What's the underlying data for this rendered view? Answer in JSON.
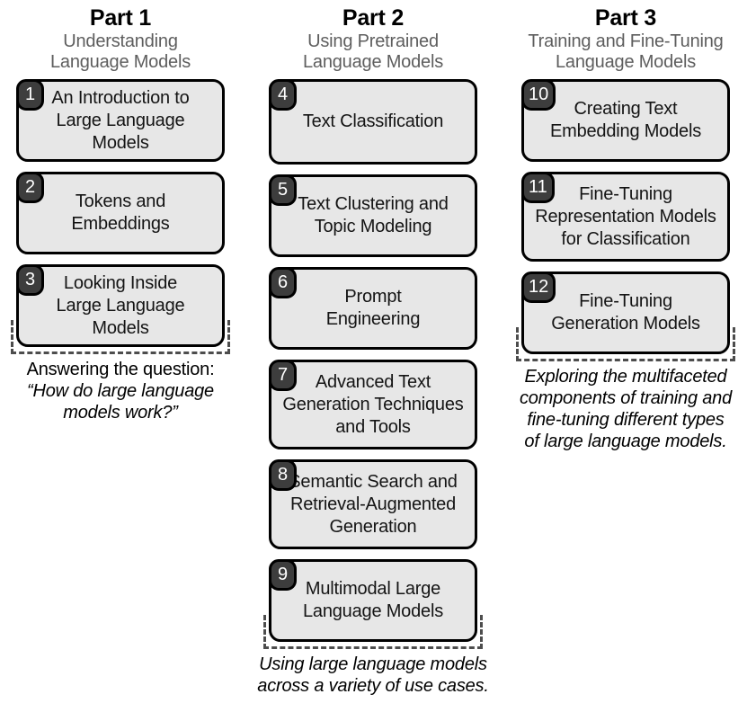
{
  "diagram": {
    "title": "Hands-On Large Language Models book structure",
    "card_fill": "#e7e7e7",
    "badge_fill": "#3d3d3d",
    "subtitle_color": "#5e5e5e",
    "dashed_color": "#4d4d4d"
  },
  "columns": [
    {
      "part_title": "Part 1",
      "part_subtitle": "Understanding\nLanguage Models",
      "cards": [
        {
          "number": "1",
          "title": "An Introduction to\nLarge Language Models"
        },
        {
          "number": "2",
          "title": "Tokens and\nEmbeddings"
        },
        {
          "number": "3",
          "title": "Looking Inside\nLarge Language Models"
        }
      ],
      "caption_lead": "Answering the question:",
      "caption_italic": "“How do large language\nmodels work?”"
    },
    {
      "part_title": "Part 2",
      "part_subtitle": "Using Pretrained\nLanguage Models",
      "cards": [
        {
          "number": "4",
          "title": "Text Classification"
        },
        {
          "number": "5",
          "title": "Text Clustering and\nTopic Modeling"
        },
        {
          "number": "6",
          "title": "Prompt\nEngineering"
        },
        {
          "number": "7",
          "title": "Advanced Text\nGeneration Techniques\nand Tools"
        },
        {
          "number": "8",
          "title": "Semantic Search and\nRetrieval-Augmented\nGeneration"
        },
        {
          "number": "9",
          "title": "Multimodal Large\nLanguage Models"
        }
      ],
      "caption_lead": "",
      "caption_italic": "Using large language models\nacross a variety of use cases."
    },
    {
      "part_title": "Part 3",
      "part_subtitle": "Training and Fine-Tuning\nLanguage Models",
      "cards": [
        {
          "number": "10",
          "title": "Creating Text\nEmbedding Models"
        },
        {
          "number": "11",
          "title": "Fine-Tuning\nRepresentation Models\nfor Classification"
        },
        {
          "number": "12",
          "title": "Fine-Tuning\nGeneration Models"
        }
      ],
      "caption_lead": "",
      "caption_italic": "Exploring the multifaceted\ncomponents of training and\nfine-tuning different types\nof large language models."
    }
  ]
}
